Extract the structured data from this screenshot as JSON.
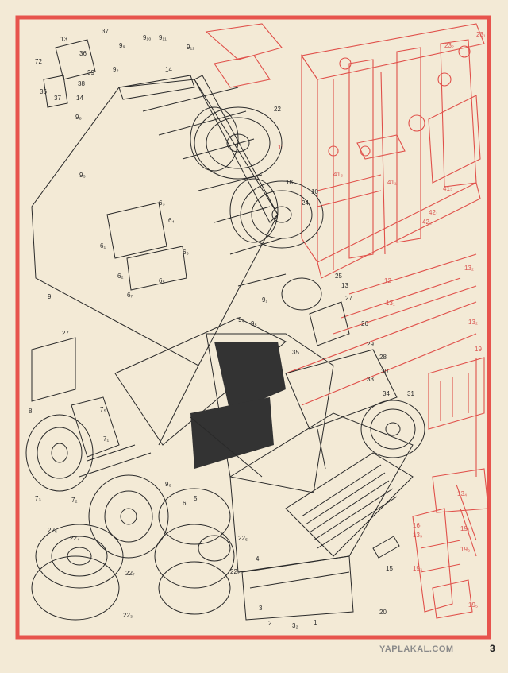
{
  "watermark": "YAPLAKAL.COM",
  "page_number": "3",
  "colors": {
    "paper": "#f3ead6",
    "ink": "#2a2a2a",
    "red_line": "#e0504a",
    "border": "#e7544d"
  },
  "labels": {
    "l1": "1",
    "l2": "2",
    "l3": "3",
    "l32": "3₂",
    "l4": "4",
    "l5": "5",
    "l6": "6",
    "l9": "9",
    "l93": "9₃",
    "l10": "10",
    "l12": "12",
    "l13": "13",
    "l14": "14",
    "l15": "15",
    "l18": "18",
    "l19": "19",
    "l20": "20",
    "l22": "22",
    "l24": "24",
    "l25": "25",
    "l26": "26",
    "l27": "27",
    "l27b": "27",
    "l28": "28",
    "l29": "29",
    "l30": "30",
    "l31": "31",
    "l33": "33",
    "l34": "34",
    "l35": "35",
    "l36": "36",
    "l37": "37",
    "l38": "38",
    "l39": "39",
    "l12b": "12",
    "l13b": "13",
    "l72": "72",
    "l222": "22₂",
    "l223": "22₃",
    "l224": "22₄",
    "l225": "22₅",
    "l226": "22₆",
    "l227": "22₇",
    "l231": "23₁",
    "l232": "23₂",
    "l411": "41₁",
    "l412": "41₂",
    "l413": "41₃",
    "l421": "42₁",
    "l422": "42₂",
    "l131": "13₁",
    "l132": "13₂",
    "l133": "13₃",
    "l134": "13₄",
    "l161": "16₁",
    "l191": "19₁",
    "l192": "19₂",
    "l193": "19₃",
    "l195": "19₅",
    "l71": "7₁",
    "l72s": "7₂",
    "l73": "7₃",
    "l75": "7₅",
    "l61": "6₁",
    "l62": "6₂",
    "l63": "6₃",
    "l64": "6₄",
    "l65": "6₅",
    "l66": "6₆",
    "l67": "6₇",
    "l91": "9₁",
    "l92": "9₂",
    "l94": "9₄",
    "l95": "9₅",
    "l96": "9₆",
    "l98": "9₈",
    "l99": "9₉",
    "l910": "9₁₀",
    "l911": "9₁₁",
    "l912": "9₁₂",
    "l11": "11",
    "l8": "8"
  }
}
